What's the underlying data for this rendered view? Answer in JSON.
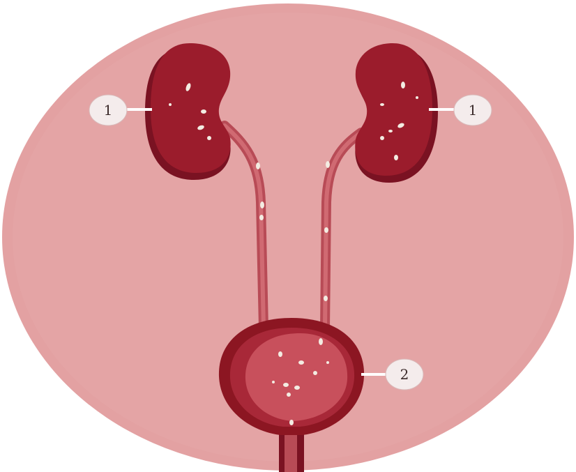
{
  "labels": {
    "kidney_left": "1",
    "kidney_right": "1",
    "bladder": "2"
  },
  "colors": {
    "background_oval": "#e3a1a2",
    "kidney_fill": "#9b1c2c",
    "kidney_shadow": "#7a1222",
    "ureter": "#c45a64",
    "bladder_wall": "#8c1622",
    "bladder_inner": "#c8505c",
    "stone": "#f3ece2",
    "label_bubble": "#f4ecec",
    "leader_line": "#ffffff"
  }
}
